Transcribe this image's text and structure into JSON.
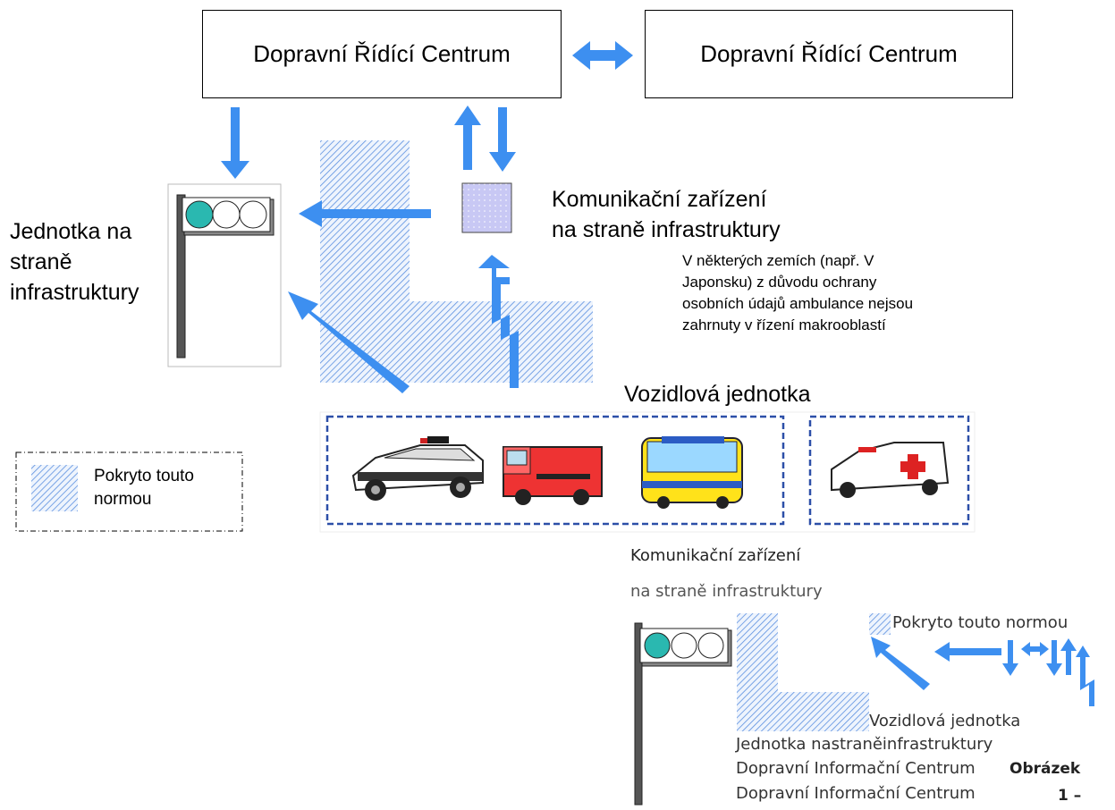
{
  "top": {
    "center_left": "Dopravní Řídící Centrum",
    "center_right": "Dopravní Řídící Centrum"
  },
  "roadside_unit": {
    "line1": "Jednotka na",
    "line2": "straně",
    "line3": "infrastruktury"
  },
  "comm_device": {
    "line1": "Komunikační zařízení",
    "line2": "na straně infrastruktury"
  },
  "note": {
    "line1": "V některých zemích (např. V",
    "line2": "Japonsku) z důvodu ochrany",
    "line3": "osobních údajů ambulance nejsou",
    "line4": "zahrnuty v řízení makrooblastí"
  },
  "vehicle_unit": "Vozidlová jednotka",
  "legend": {
    "line1": "Pokryto touto",
    "line2": "normou"
  },
  "bottom": {
    "comm_line1": "Komunikační zařízení",
    "comm_line2": "na straně infrastruktury",
    "covered": "Pokryto touto normou",
    "vehicle_unit": "Vozidlová jednotka",
    "roadside_unit": "Jednotka nastraněinfrastruktury",
    "info_center_1": "Dopravní Informační Centrum",
    "info_center_2": "Dopravní Informační Centrum",
    "figure_label": "Obrázek",
    "figure_number": "1 –"
  },
  "colors": {
    "arrow": "#3d8ff0",
    "hatch": "#5b8fe0",
    "dashed_border": "#2c4fa8",
    "signal_green": "#2ab8b0",
    "comm_device_fill": "#c8c8f4"
  },
  "icons": [
    "traffic-signal-icon",
    "police-car-icon",
    "fire-truck-icon",
    "bus-icon",
    "ambulance-icon"
  ]
}
